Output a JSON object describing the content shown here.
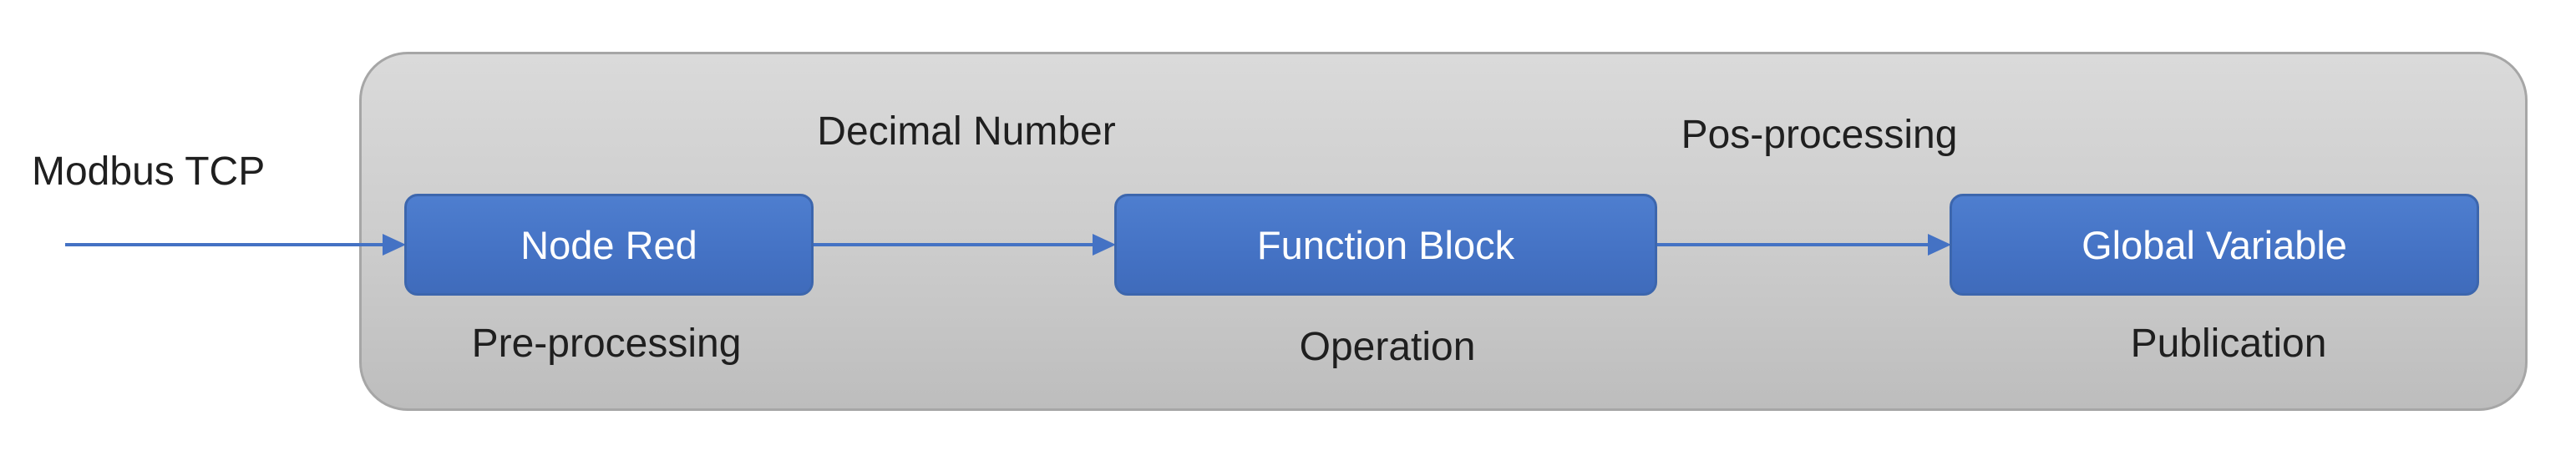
{
  "diagram": {
    "input_label": "Modbus TCP",
    "nodes": [
      {
        "label": "Node Red",
        "stage_label": "Pre-processing"
      },
      {
        "label": "Function Block",
        "stage_label": "Operation"
      },
      {
        "label": "Global Variable",
        "stage_label": "Publication"
      }
    ],
    "arrow_labels": [
      "Decimal Number",
      "Pos-processing"
    ],
    "colors": {
      "node_fill": "#4472c4",
      "node_border": "#3c66ad",
      "node_text": "#ffffff",
      "container_fill": "#cccccc",
      "container_border": "#a6a6a6",
      "arrow": "#4472c4",
      "label_text": "#1f1f1f"
    }
  }
}
